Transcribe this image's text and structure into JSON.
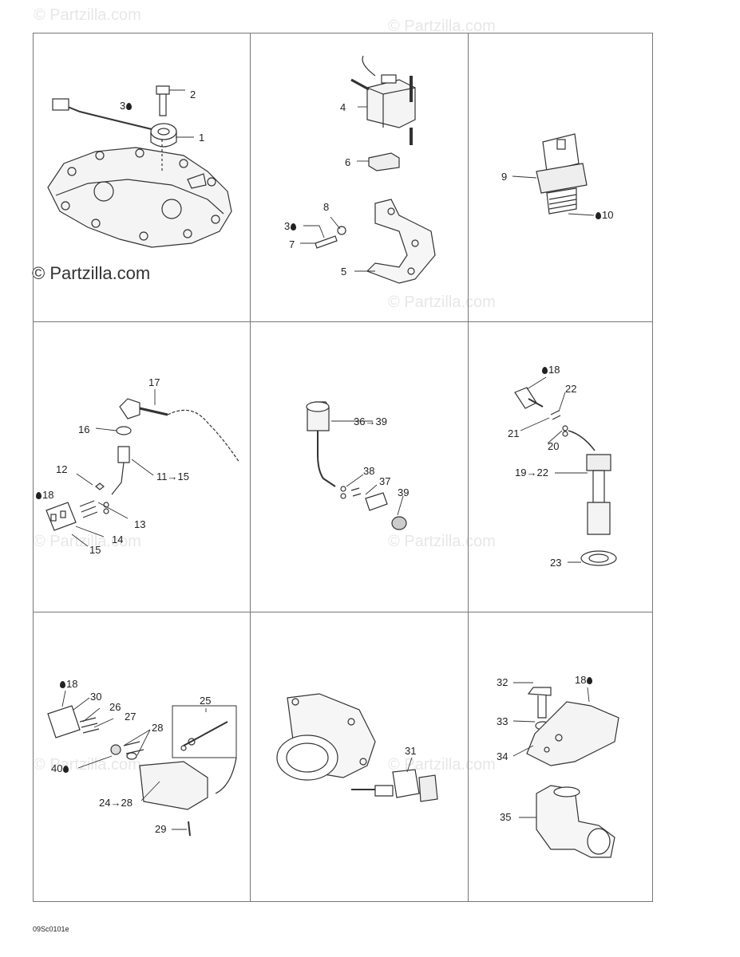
{
  "watermark": {
    "text": "© Partzilla.com",
    "prominent_text": "© Partzilla.com"
  },
  "drawing_code": "09Sc0101e",
  "labels": {
    "l1": "1",
    "l2": "2",
    "l3a": "3",
    "l4": "4",
    "l5": "5",
    "l6": "6",
    "l7": "7",
    "l8": "8",
    "l3b": "3",
    "l9": "9",
    "l10": "10",
    "l17": "17",
    "l16": "16",
    "l11_15": "11→15",
    "l12": "12",
    "l18a": "18",
    "l13": "13",
    "l14": "14",
    "l15": "15",
    "l36_39": "36→39",
    "l38": "38",
    "l37": "37",
    "l39": "39",
    "l18b": "18",
    "l22": "22",
    "l21": "21",
    "l20": "20",
    "l19_22": "19→22",
    "l23": "23",
    "l18c": "18",
    "l30": "30",
    "l26": "26",
    "l27": "27",
    "l28": "28",
    "l25": "25",
    "l40": "40",
    "l24_28": "24→28",
    "l29": "29",
    "l31": "31",
    "l32": "32",
    "l18d": "18",
    "l33": "33",
    "l34": "34",
    "l35": "35"
  }
}
